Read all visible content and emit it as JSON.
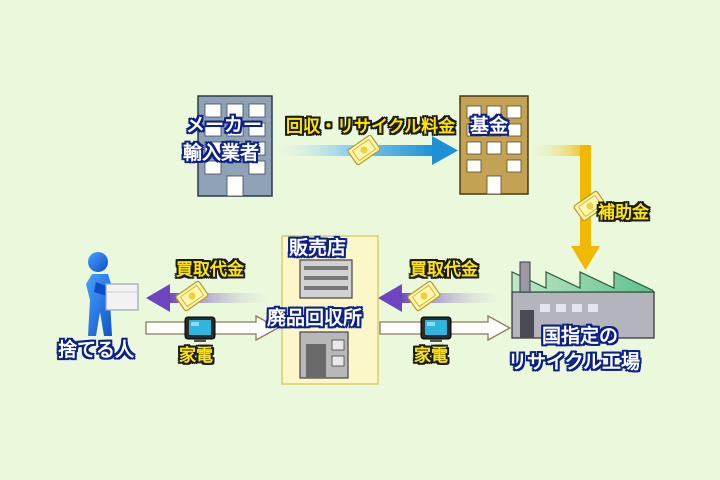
{
  "nodes": {
    "maker_line1": "メーカー",
    "maker_line2": "輸入業者",
    "fund": "基金",
    "shop_top": "販売店",
    "shop_bottom": "廃品回収所",
    "person": "捨てる人",
    "factory_line1": "国指定の",
    "factory_line2": "リサイクル工場"
  },
  "flows": {
    "recycling_fee": "回収・リサイクル料金",
    "subsidy": "補助金",
    "purchase_left": "買取代金",
    "purchase_right": "買取代金",
    "appliance_left": "家電",
    "appliance_right": "家電"
  },
  "colors": {
    "background": "#eaf8dc",
    "arrow_blue": "#2aa0de",
    "arrow_gold": "#f0b400",
    "arrow_purple": "#7b52c8",
    "label_yellow": "#ffe600",
    "label_white": "#ffffff",
    "outline_navy": "#0b1f8a"
  },
  "icons": [
    "building-icon",
    "money-icon",
    "person-carrying-box-icon",
    "tv-icon",
    "factory-icon"
  ]
}
